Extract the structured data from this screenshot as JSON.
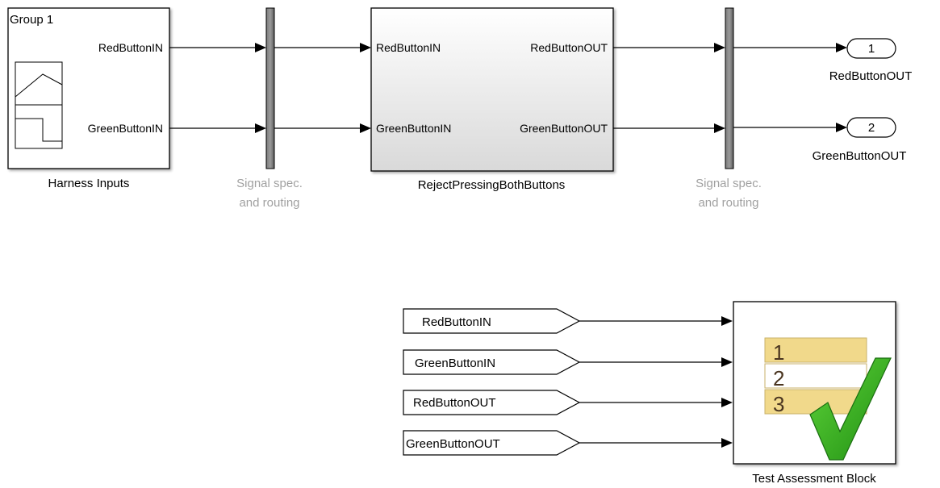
{
  "harness_inputs": {
    "group_label": "Group 1",
    "port_red": "RedButtonIN",
    "port_green": "GreenButtonIN",
    "caption": "Harness Inputs"
  },
  "bus1": {
    "caption_line1": "Signal spec.",
    "caption_line2": "and routing"
  },
  "subsystem": {
    "in_red": "RedButtonIN",
    "in_green": "GreenButtonIN",
    "out_red": "RedButtonOUT",
    "out_green": "GreenButtonOUT",
    "caption": "RejectPressingBothButtons"
  },
  "bus2": {
    "caption_line1": "Signal spec.",
    "caption_line2": "and routing"
  },
  "outports": [
    {
      "number": "1",
      "name": "RedButtonOUT"
    },
    {
      "number": "2",
      "name": "GreenButtonOUT"
    }
  ],
  "from_tags": [
    "RedButtonIN",
    "GreenButtonIN",
    "RedButtonOUT",
    "GreenButtonOUT"
  ],
  "assessment": {
    "rows": [
      "1",
      "2",
      "3"
    ],
    "caption": "Test Assessment Block"
  }
}
